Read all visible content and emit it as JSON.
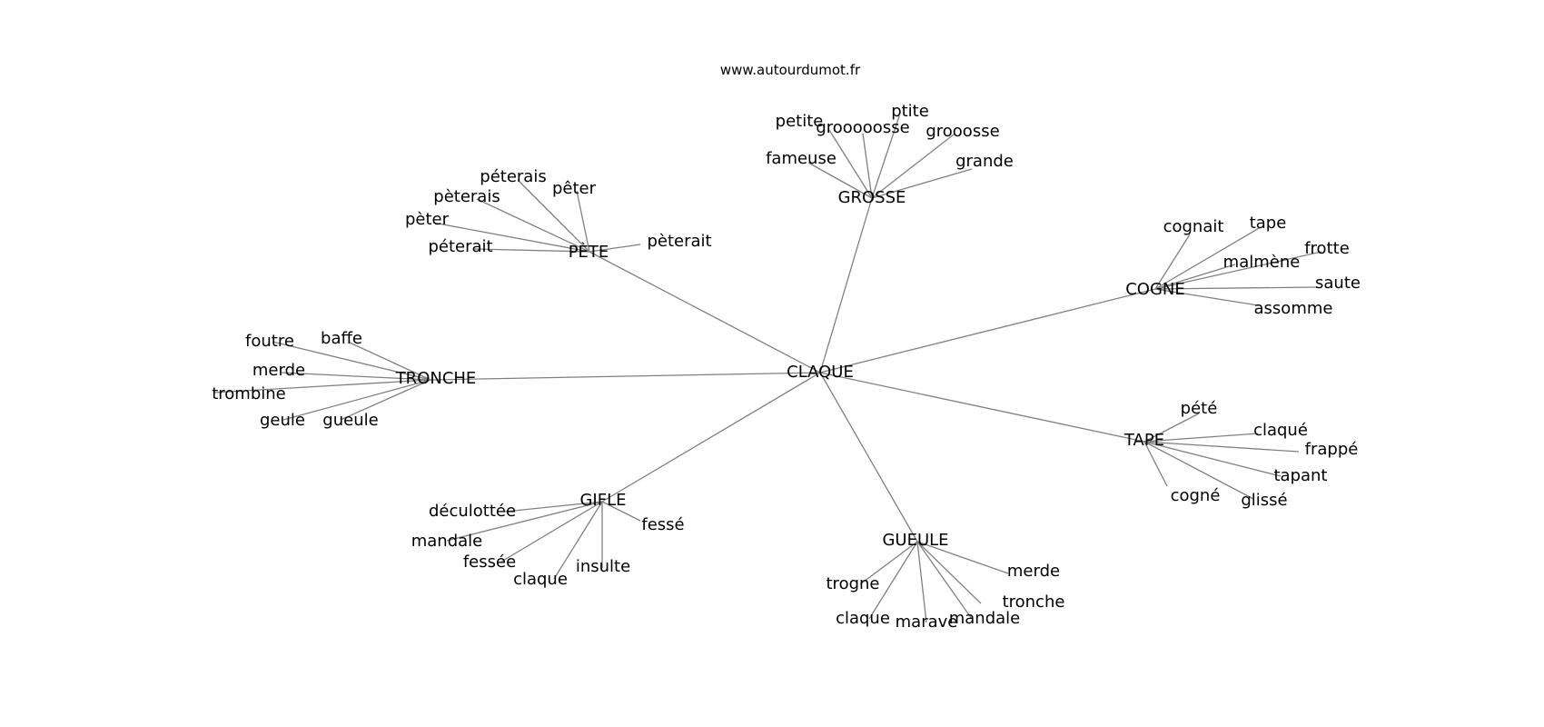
{
  "site": "www.autourdumot.fr",
  "colors": {
    "edge": "#808080",
    "text": "#000000",
    "background": "#ffffff"
  },
  "graph": {
    "center": "CLAQUE",
    "clusters": [
      {
        "hub": "GROSSE",
        "words": [
          "petite",
          "grooooosse",
          "ptite",
          "grooosse",
          "fameuse",
          "grande"
        ]
      },
      {
        "hub": "PÈTE",
        "words": [
          "péterais",
          "pèterais",
          "pêter",
          "pèter",
          "péterait",
          "pèterait"
        ]
      },
      {
        "hub": "COGNE",
        "words": [
          "cognait",
          "tape",
          "frotte",
          "malmène",
          "saute",
          "assomme"
        ]
      },
      {
        "hub": "TRONCHE",
        "words": [
          "foutre",
          "baffe",
          "merde",
          "trombine",
          "geule",
          "gueule"
        ]
      },
      {
        "hub": "TAPE",
        "words": [
          "pété",
          "claqué",
          "frappé",
          "tapant",
          "cogné",
          "glissé"
        ]
      },
      {
        "hub": "GIFLE",
        "words": [
          "déculottée",
          "fessé",
          "mandale",
          "fessée",
          "insulte",
          "claque"
        ]
      },
      {
        "hub": "GUEULE",
        "words": [
          "merde",
          "trogne",
          "tronche",
          "claque",
          "marave",
          "mandale"
        ]
      }
    ]
  }
}
